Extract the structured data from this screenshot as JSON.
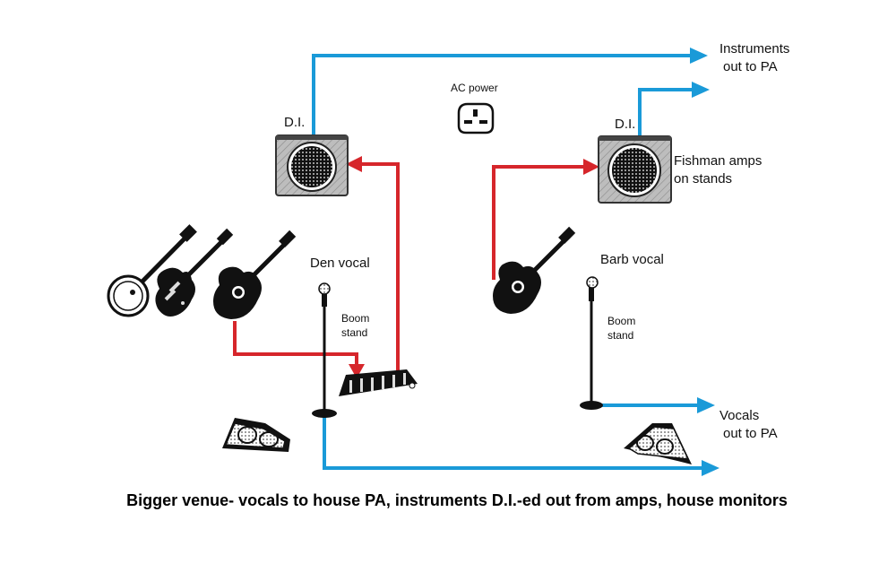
{
  "labels": {
    "instruments_out": [
      "Instruments",
      "out to PA"
    ],
    "ac_power": "AC power",
    "di_left": "D.I.",
    "di_right": "D.I.",
    "fishman": [
      "Fishman amps",
      "on stands"
    ],
    "den_vocal": "Den vocal",
    "barb_vocal": "Barb vocal",
    "boom_left": [
      "Boom",
      "stand"
    ],
    "boom_right": [
      "Boom",
      "stand"
    ],
    "vocals_out": [
      "Vocals",
      "out to PA"
    ]
  },
  "caption": "Bigger venue- vocals to house PA, instruments D.I.-ed out from amps, house monitors",
  "colors": {
    "instrument_cable": "#d6262b",
    "pa_cable": "#1a9ad8",
    "equipment": "#111111",
    "amp_body": "#c8c8c8"
  },
  "icons": [
    "banjo-icon",
    "electric-guitar-icon",
    "acoustic-guitar-icon",
    "microphone-icon",
    "pedalboard-icon",
    "amp-icon",
    "floor-monitor-icon",
    "power-socket-icon"
  ]
}
